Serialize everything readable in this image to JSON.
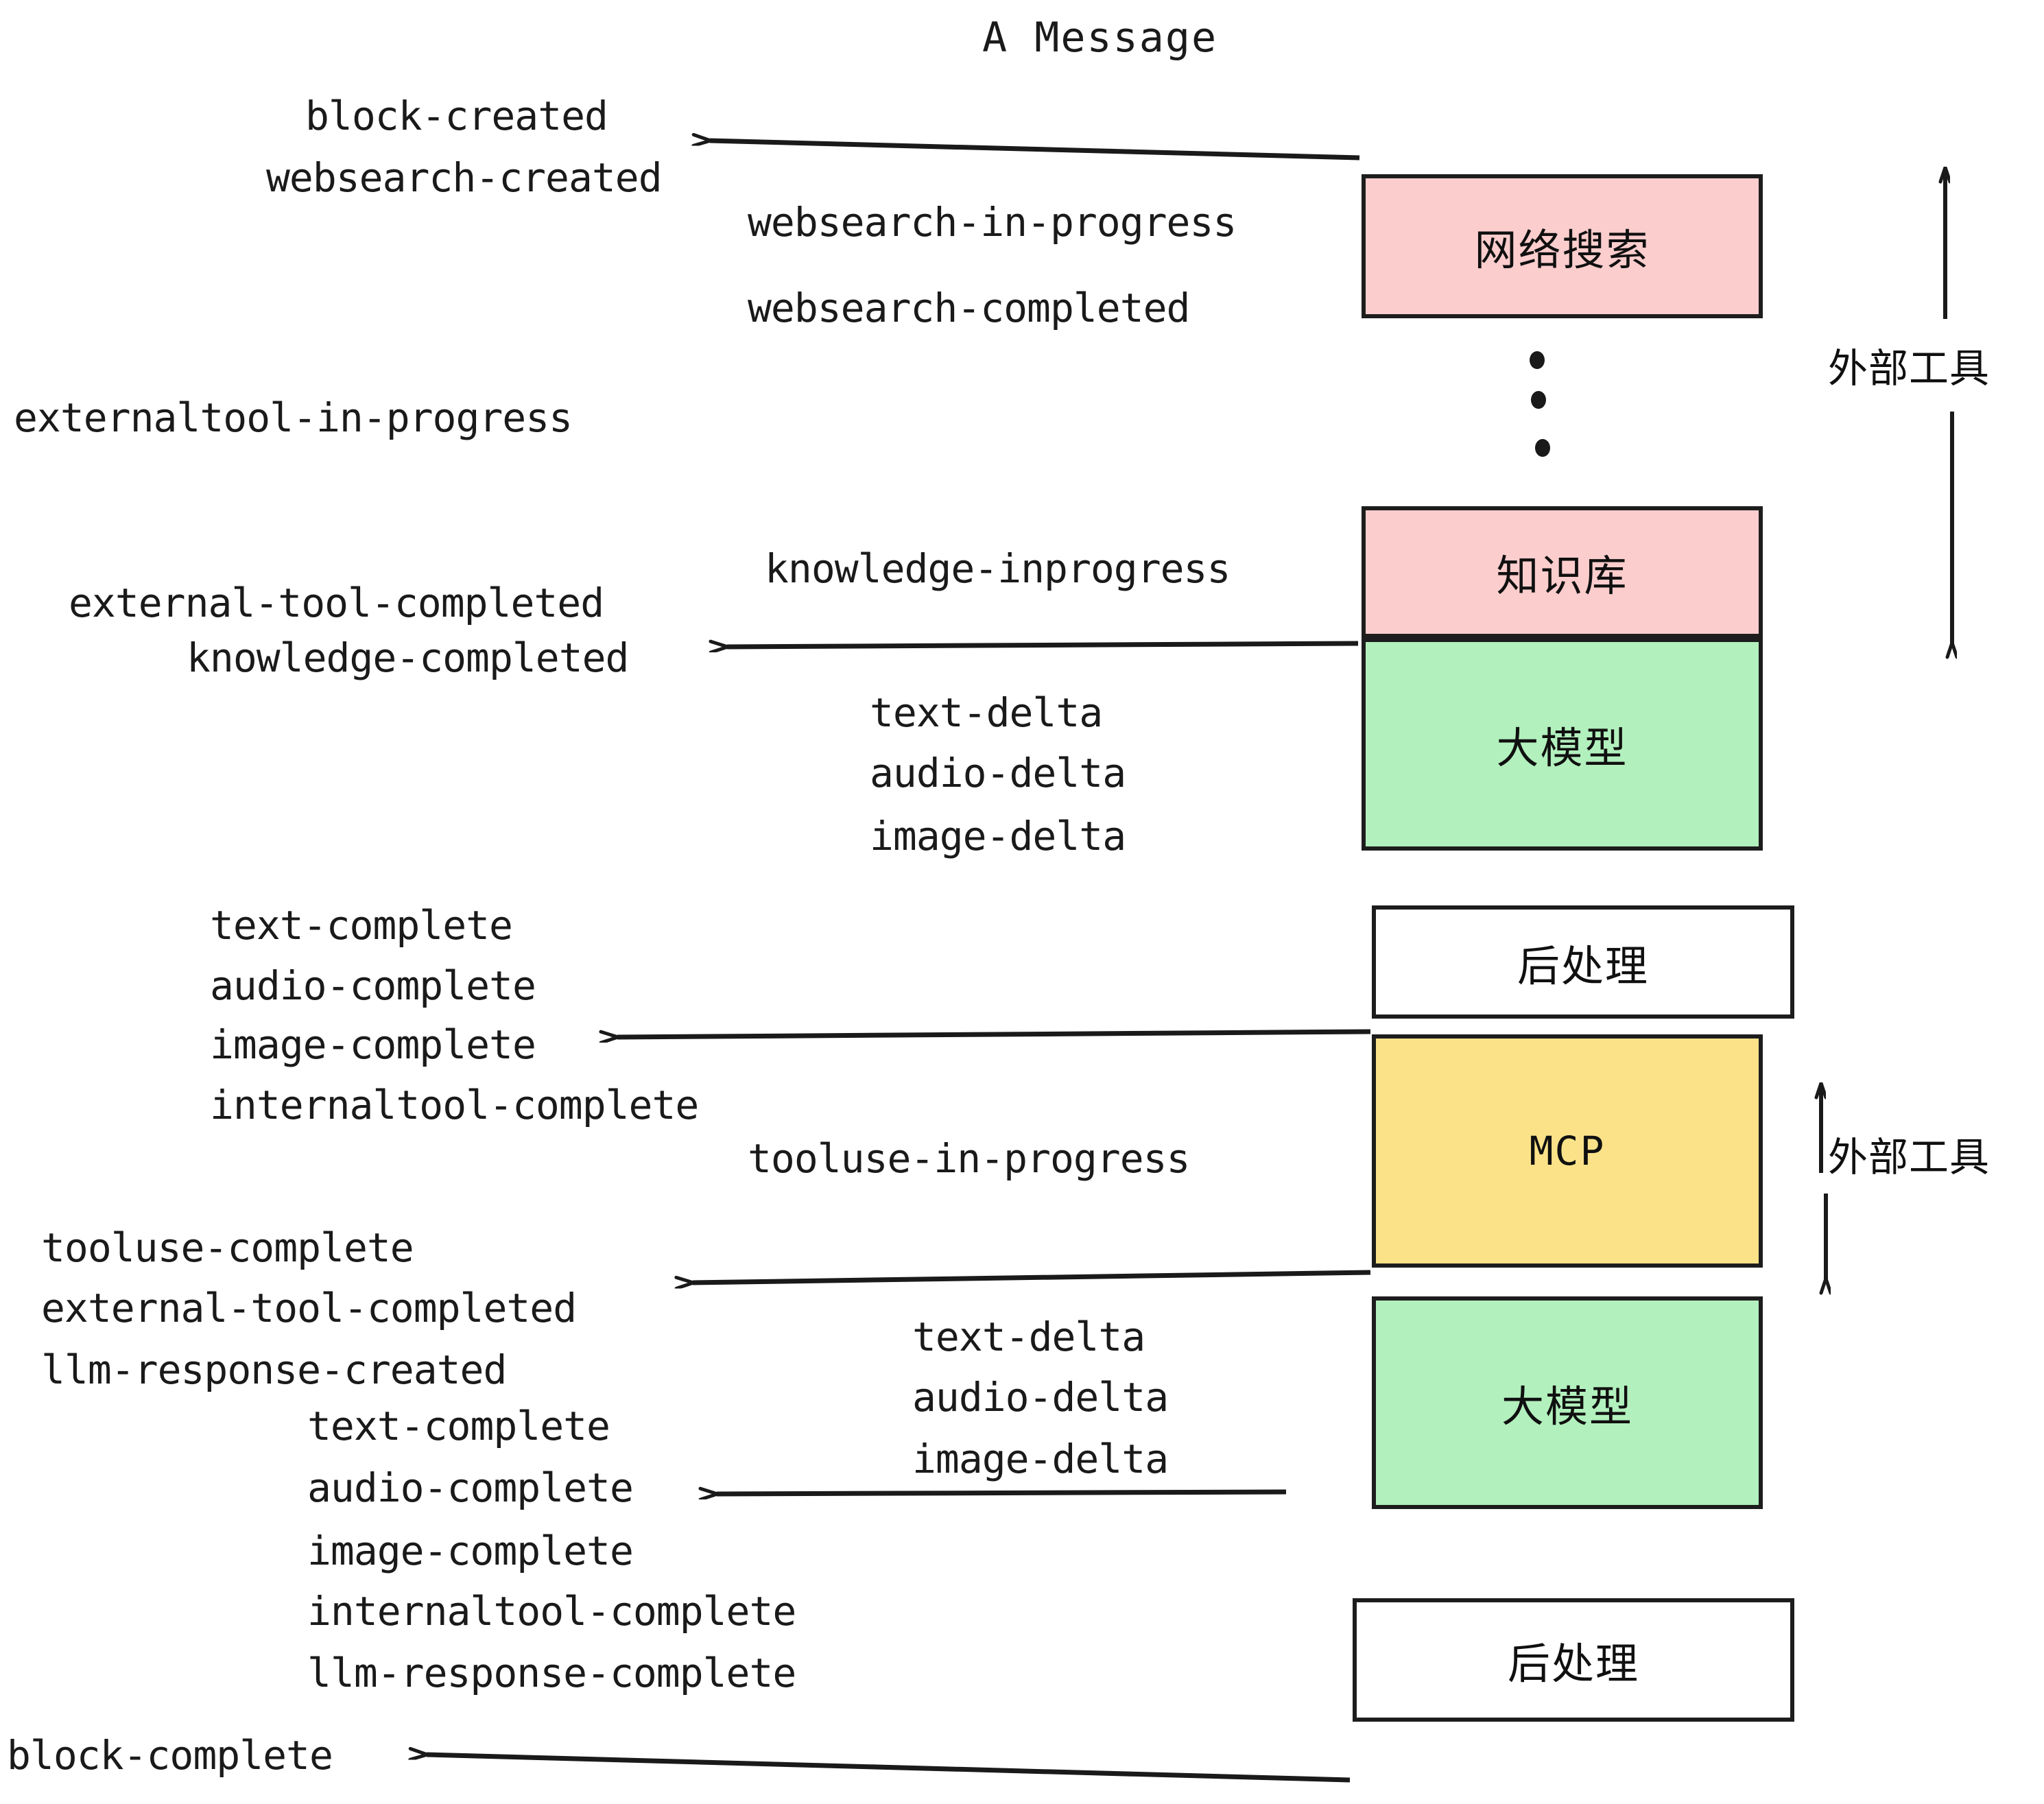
{
  "title": "A Message",
  "boxes": [
    {
      "id": "websearch",
      "label": "网络搜索",
      "fill": "#fccdcd",
      "border": "#1d1d1d"
    },
    {
      "id": "knowledge",
      "label": "知识库",
      "fill": "#fccdcd",
      "border": "#1d1d1d"
    },
    {
      "id": "llm-1",
      "label": "大模型",
      "fill": "#b2f0bd",
      "border": "#1d1d1d"
    },
    {
      "id": "postprocess-1",
      "label": "后处理",
      "fill": "#ffffff",
      "border": "#1d1d1d"
    },
    {
      "id": "mcp",
      "label": "MCP",
      "fill": "#fbe289",
      "border": "#1d1d1d"
    },
    {
      "id": "llm-2",
      "label": "大模型",
      "fill": "#b2f0bd",
      "border": "#1d1d1d"
    },
    {
      "id": "postprocess-2",
      "label": "后处理",
      "fill": "#ffffff",
      "border": "#1d1d1d"
    }
  ],
  "side_labels": [
    {
      "id": "external-tools-top",
      "text": "外部工具"
    },
    {
      "id": "external-tools-mcp",
      "text": "外部工具"
    }
  ],
  "events": [
    {
      "id": "block-created",
      "text": "block-created"
    },
    {
      "id": "websearch-created",
      "text": "websearch-created"
    },
    {
      "id": "websearch-in-progress",
      "text": "websearch-in-progress"
    },
    {
      "id": "websearch-completed",
      "text": "websearch-completed"
    },
    {
      "id": "externaltool-in-progress",
      "text": "externaltool-in-progress"
    },
    {
      "id": "knowledge-inprogress",
      "text": "knowledge-inprogress"
    },
    {
      "id": "external-tool-completed-1",
      "text": "external-tool-completed"
    },
    {
      "id": "knowledge-completed",
      "text": "knowledge-completed"
    },
    {
      "id": "text-delta-1",
      "text": "text-delta"
    },
    {
      "id": "audio-delta-1",
      "text": "audio-delta"
    },
    {
      "id": "image-delta-1",
      "text": "image-delta"
    },
    {
      "id": "text-complete-1",
      "text": "text-complete"
    },
    {
      "id": "audio-complete-1",
      "text": "audio-complete"
    },
    {
      "id": "image-complete-1",
      "text": "image-complete"
    },
    {
      "id": "internaltool-complete-1",
      "text": "internaltool-complete"
    },
    {
      "id": "tooluse-in-progress",
      "text": "tooluse-in-progress"
    },
    {
      "id": "tooluse-complete",
      "text": "tooluse-complete"
    },
    {
      "id": "external-tool-completed-2",
      "text": "external-tool-completed"
    },
    {
      "id": "llm-response-created",
      "text": "llm-response-created"
    },
    {
      "id": "text-delta-2",
      "text": "text-delta"
    },
    {
      "id": "audio-delta-2",
      "text": "audio-delta"
    },
    {
      "id": "image-delta-2",
      "text": "image-delta"
    },
    {
      "id": "text-complete-2",
      "text": "text-complete"
    },
    {
      "id": "audio-complete-2",
      "text": "audio-complete"
    },
    {
      "id": "image-complete-2",
      "text": "image-complete"
    },
    {
      "id": "internaltool-complete-2",
      "text": "internaltool-complete"
    },
    {
      "id": "llm-response-complete",
      "text": "llm-response-complete"
    },
    {
      "id": "block-complete",
      "text": "block-complete"
    }
  ],
  "colors": {
    "pink": "#fccdcd",
    "green": "#b2f0bd",
    "yellow": "#fbe289",
    "white": "#ffffff",
    "stroke": "#1d1d1d",
    "text": "#1a1a1a"
  }
}
